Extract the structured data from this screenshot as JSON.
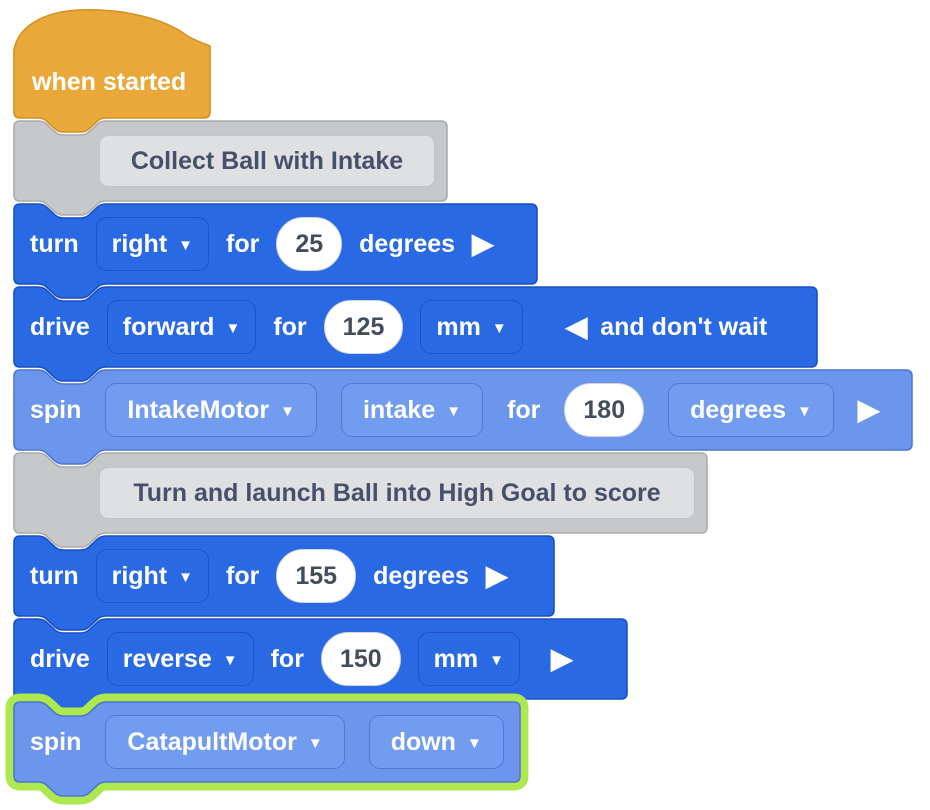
{
  "colors": {
    "background": "#FFFFFF",
    "hat_orange": "#EAA83A",
    "hat_orange_border": "#D19320",
    "command_blue": "#2A69E4",
    "command_blue_border": "#1A50C2",
    "motor_blue": "#6B96EC",
    "motor_blue_border": "#4B78D1",
    "comment_gray": "#C7C8CA",
    "comment_gray_border": "#A9ABAE",
    "comment_inner_gray": "#DFE0E2",
    "comment_text": "#47506A",
    "value_text": "#434D5C",
    "highlight_green": "#ACE84E"
  },
  "icons": {
    "dropdown_caret": "▼",
    "run_play": "▶",
    "collapse_left": "◀"
  },
  "blocks": {
    "when_started": {
      "label": "when started"
    },
    "comment_1": {
      "text": "Collect Ball with Intake"
    },
    "turn_1": {
      "verb": "turn",
      "direction": "right",
      "for": "for",
      "value": "25",
      "unit": "degrees"
    },
    "drive_1": {
      "verb": "drive",
      "direction": "forward",
      "for": "for",
      "value": "125",
      "unit": "mm",
      "tail": "and don't wait"
    },
    "spin_1": {
      "verb": "spin",
      "motor": "IntakeMotor",
      "direction": "intake",
      "for": "for",
      "value": "180",
      "unit": "degrees"
    },
    "comment_2": {
      "text": "Turn and launch Ball into High Goal to score"
    },
    "turn_2": {
      "verb": "turn",
      "direction": "right",
      "for": "for",
      "value": "155",
      "unit": "degrees"
    },
    "drive_2": {
      "verb": "drive",
      "direction": "reverse",
      "for": "for",
      "value": "150",
      "unit": "mm"
    },
    "spin_2": {
      "verb": "spin",
      "motor": "CatapultMotor",
      "direction": "down"
    }
  }
}
